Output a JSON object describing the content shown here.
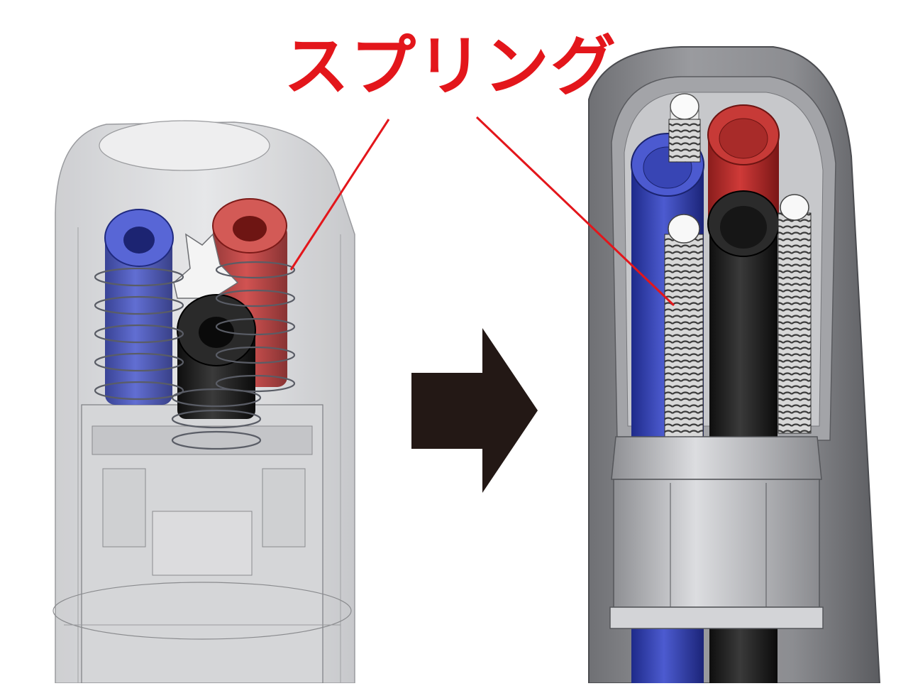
{
  "annotation": {
    "label": "スプリング",
    "color": "#e3161b"
  },
  "colors": {
    "blue_refill": "#4a56c6",
    "red_refill": "#c8403c",
    "black_refill": "#1f1f1f",
    "white_refill": "#f2f2f2",
    "arrow": "#231815",
    "body_gray": "#8a8b8f"
  },
  "icons": {
    "arrow": "right-arrow-icon"
  },
  "panels": [
    {
      "name": "transparent-view",
      "parts": [
        "blue-refill",
        "red-refill",
        "black-refill",
        "white-clip",
        "spring",
        "spring",
        "spring"
      ]
    },
    {
      "name": "cutaway-view",
      "parts": [
        "blue-refill",
        "red-refill",
        "black-refill",
        "white-refill",
        "spring",
        "spring",
        "spring"
      ]
    }
  ]
}
